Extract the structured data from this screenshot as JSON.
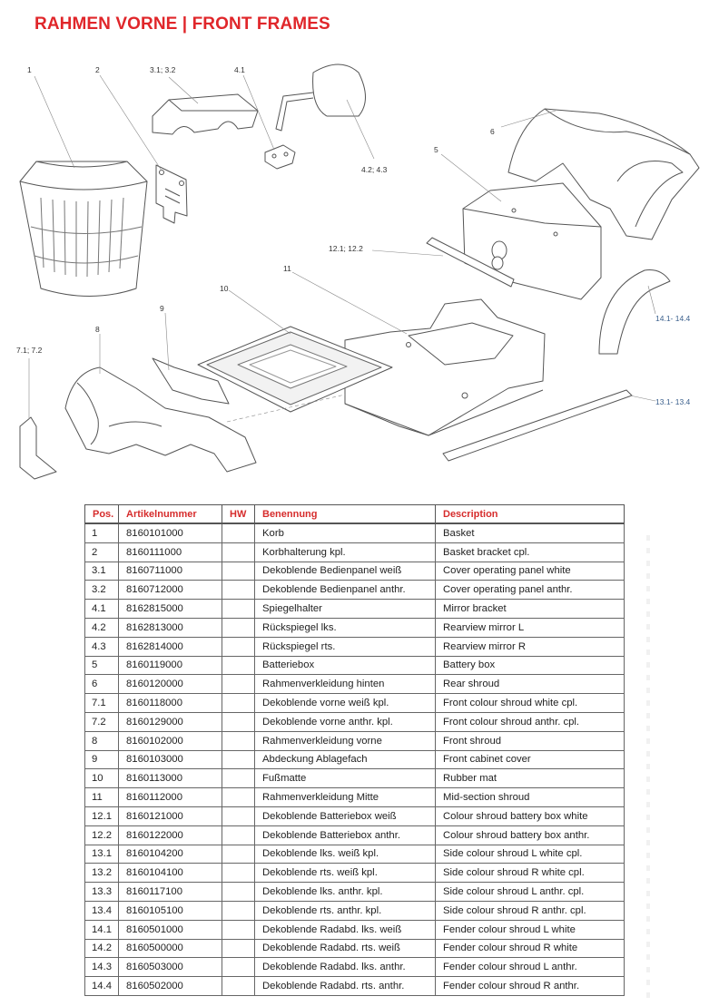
{
  "page": {
    "title": "RAHMEN VORNE | FRONT FRAMES"
  },
  "diagram": {
    "labels": {
      "p1": "1",
      "p2": "2",
      "p3": "3.1; 3.2",
      "p41": "4.1",
      "p42": "4.2; 4.3",
      "p5": "5",
      "p6": "6",
      "p7": "7.1; 7.2",
      "p8": "8",
      "p9": "9",
      "p10": "10",
      "p11": "11",
      "p12": "12.1; 12.2",
      "p13": "13.1- 13.4",
      "p14": "14.1- 14.4"
    }
  },
  "table": {
    "headers": {
      "pos": "Pos.",
      "article": "Artikelnummer",
      "hw": "HW",
      "name_de": "Benennung",
      "description": "Description"
    },
    "rows": [
      {
        "pos": "1",
        "article": "8160101000",
        "hw": "",
        "name_de": "Korb",
        "description": "Basket"
      },
      {
        "pos": "2",
        "article": "8160111000",
        "hw": "",
        "name_de": "Korbhalterung kpl.",
        "description": "Basket bracket cpl."
      },
      {
        "pos": "3.1",
        "article": "8160711000",
        "hw": "",
        "name_de": "Dekoblende Bedienpanel weiß",
        "description": "Cover operating panel white"
      },
      {
        "pos": "3.2",
        "article": "8160712000",
        "hw": "",
        "name_de": "Dekoblende Bedienpanel anthr.",
        "description": "Cover operating panel anthr."
      },
      {
        "pos": "4.1",
        "article": "8162815000",
        "hw": "",
        "name_de": "Spiegelhalter",
        "description": "Mirror bracket"
      },
      {
        "pos": "4.2",
        "article": "8162813000",
        "hw": "",
        "name_de": "Rückspiegel lks.",
        "description": "Rearview mirror L"
      },
      {
        "pos": "4.3",
        "article": "8162814000",
        "hw": "",
        "name_de": "Rückspiegel rts.",
        "description": "Rearview mirror R"
      },
      {
        "pos": "5",
        "article": "8160119000",
        "hw": "",
        "name_de": "Batteriebox",
        "description": "Battery box"
      },
      {
        "pos": "6",
        "article": "8160120000",
        "hw": "",
        "name_de": "Rahmenverkleidung hinten",
        "description": "Rear shroud"
      },
      {
        "pos": "7.1",
        "article": "8160118000",
        "hw": "",
        "name_de": "Dekoblende vorne weiß kpl.",
        "description": "Front colour shroud white cpl."
      },
      {
        "pos": "7.2",
        "article": "8160129000",
        "hw": "",
        "name_de": "Dekoblende vorne anthr. kpl.",
        "description": "Front colour shroud anthr. cpl."
      },
      {
        "pos": "8",
        "article": "8160102000",
        "hw": "",
        "name_de": "Rahmenverkleidung vorne",
        "description": "Front shroud"
      },
      {
        "pos": "9",
        "article": "8160103000",
        "hw": "",
        "name_de": "Abdeckung Ablagefach",
        "description": "Front cabinet cover"
      },
      {
        "pos": "10",
        "article": "8160113000",
        "hw": "",
        "name_de": "Fußmatte",
        "description": "Rubber mat"
      },
      {
        "pos": "11",
        "article": "8160112000",
        "hw": "",
        "name_de": "Rahmenverkleidung Mitte",
        "description": "Mid-section shroud"
      },
      {
        "pos": "12.1",
        "article": "8160121000",
        "hw": "",
        "name_de": "Dekoblende Batteriebox weiß",
        "description": "Colour shroud battery box white"
      },
      {
        "pos": "12.2",
        "article": "8160122000",
        "hw": "",
        "name_de": "Dekoblende Batteriebox anthr.",
        "description": "Colour shroud battery box anthr."
      },
      {
        "pos": "13.1",
        "article": "8160104200",
        "hw": "",
        "name_de": "Dekoblende lks. weiß kpl.",
        "description": "Side colour shroud L white cpl."
      },
      {
        "pos": "13.2",
        "article": "8160104100",
        "hw": "",
        "name_de": "Dekoblende rts. weiß kpl.",
        "description": "Side colour shroud R white cpl."
      },
      {
        "pos": "13.3",
        "article": "8160117100",
        "hw": "",
        "name_de": "Dekoblende lks. anthr. kpl.",
        "description": "Side colour shroud L anthr. cpl."
      },
      {
        "pos": "13.4",
        "article": "8160105100",
        "hw": "",
        "name_de": "Dekoblende rts. anthr. kpl.",
        "description": "Side colour shroud R anthr. cpl."
      },
      {
        "pos": "14.1",
        "article": "8160501000",
        "hw": "",
        "name_de": "Dekoblende Radabd. lks. weiß",
        "description": "Fender colour shroud L white"
      },
      {
        "pos": "14.2",
        "article": "8160500000",
        "hw": "",
        "name_de": "Dekoblende Radabd. rts. weiß",
        "description": "Fender colour shroud R white"
      },
      {
        "pos": "14.3",
        "article": "8160503000",
        "hw": "",
        "name_de": "Dekoblende Radabd. lks. anthr.",
        "description": "Fender colour shroud L anthr."
      },
      {
        "pos": "14.4",
        "article": "8160502000",
        "hw": "",
        "name_de": "Dekoblende Radabd. rts. anthr.",
        "description": "Fender colour shroud R anthr."
      }
    ]
  },
  "colors": {
    "title": "#e0262a",
    "header_text": "#d62c2c",
    "line_art": "#555555",
    "callout_blue": "#3a5f8c"
  }
}
